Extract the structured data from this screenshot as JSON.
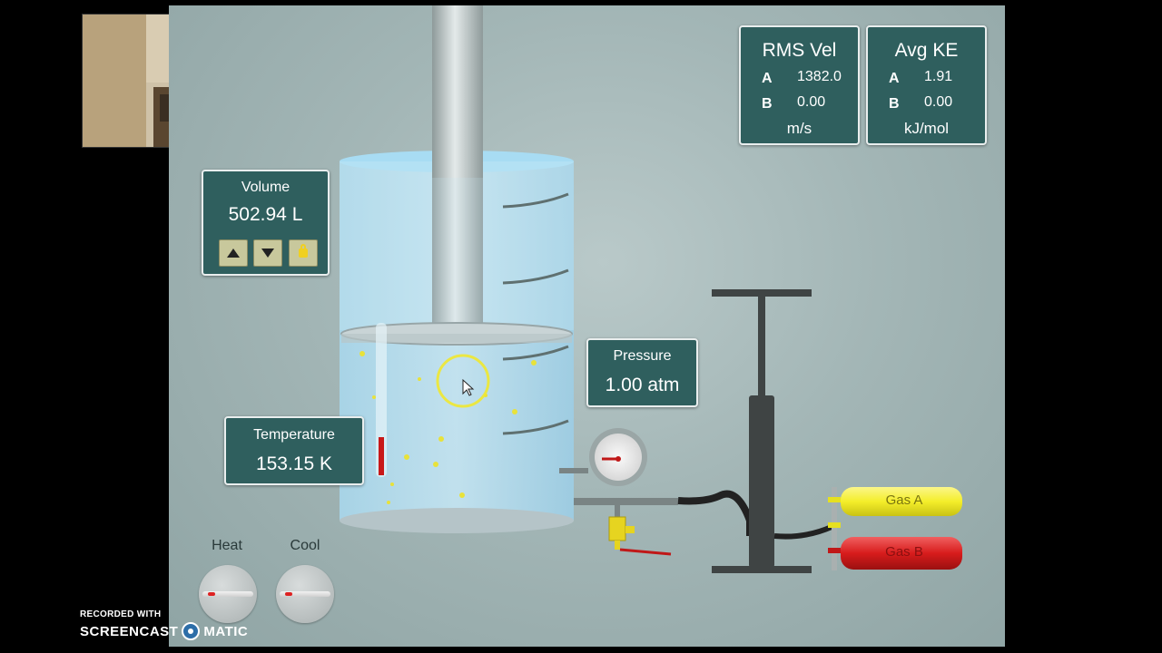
{
  "rms_panel": {
    "title": "RMS Vel",
    "a_label": "A",
    "a_value": "1382.0",
    "b_label": "B",
    "b_value": "0.00",
    "unit": "m/s"
  },
  "ke_panel": {
    "title": "Avg KE",
    "a_label": "A",
    "a_value": "1.91",
    "b_label": "B",
    "b_value": "0.00",
    "unit": "kJ/mol"
  },
  "volume_panel": {
    "title": "Volume",
    "value": "502.94 L"
  },
  "pressure_panel": {
    "title": "Pressure",
    "value": "1.00 atm"
  },
  "temperature_panel": {
    "title": "Temperature",
    "value": "153.15 K"
  },
  "heat_label": "Heat",
  "cool_label": "Cool",
  "gas_a_label": "Gas A",
  "gas_b_label": "Gas B",
  "watermark": {
    "line1": "RECORDED WITH",
    "line2a": "SCREENCAST",
    "line2b": "MATIC"
  },
  "colors": {
    "panel": "#2f5f5e",
    "gas_a": "#f4ee2a",
    "gas_b": "#d81c1c",
    "particle": "#e8e23a"
  }
}
